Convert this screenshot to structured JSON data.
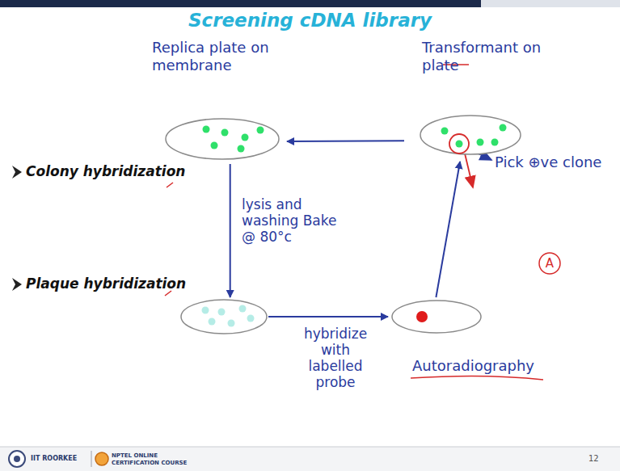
{
  "diagram": {
    "title": "Screening cDNA library",
    "nodes": [
      {
        "text": [
          "Replica plate on membrane"
        ]
      },
      {
        "text": [
          "Transformant on plate"
        ]
      },
      {
        "text": []
      },
      {
        "text": [
          "Autoradiography"
        ]
      }
    ],
    "edges": [
      {
        "from": 1,
        "to": 0,
        "arrow": "to"
      },
      {
        "from": 0,
        "to": 2,
        "label": "lysis and washing Bake @ 80°c",
        "arrow": "to"
      },
      {
        "from": 2,
        "to": 3,
        "label": "hybridize with labelled probe",
        "arrow": "to"
      },
      {
        "from": 3,
        "to": 1,
        "arrow": "to"
      }
    ],
    "labels": [
      "Colony hybridization",
      "Plaque hybridization",
      "Pick ⊕ve clone",
      "A",
      "IIT ROORKEE",
      "NPTEL ONLINE CERTIFICATION COURSE",
      "12"
    ]
  }
}
